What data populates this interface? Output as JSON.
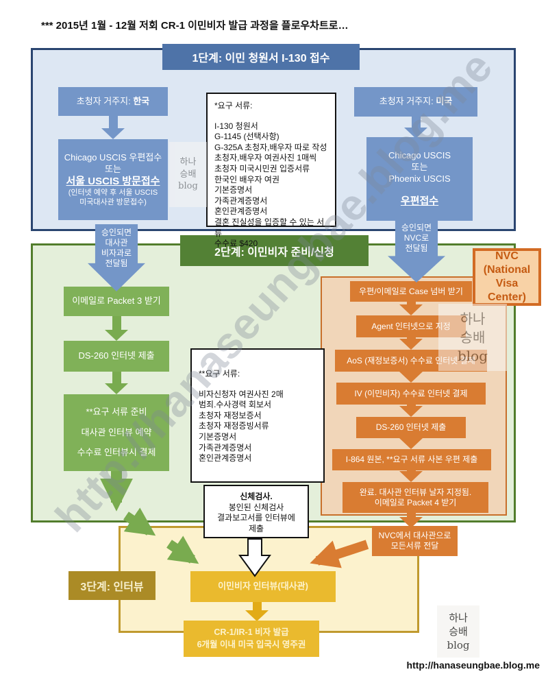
{
  "title": "*** 2015년 1월 - 12월 저회 CR-1 이민비자 발급 과정을 플로우차트로…",
  "colors": {
    "blue_box": "#7496c8",
    "blue_header": "#4e73a8",
    "blue_border": "#2a4570",
    "blue_bg": "#dde7f3",
    "green_box": "#80b158",
    "green_header": "#538135",
    "green_bg": "#e4efda",
    "orange_box": "#d97c32",
    "orange_text": "#c55a11",
    "tan_bg": "#f1d6b9",
    "gold_box": "#eaba2e",
    "gold_header": "#ab8b26",
    "yellow_bg": "#fcf2cd"
  },
  "step1": {
    "header": "1단계:  이민 청원서 I-130 접수",
    "left": {
      "residence_label": "초청자 거주지:",
      "residence_value": "한국",
      "filing_line1": "Chicago USCIS 우편접수",
      "filing_line2": "또는",
      "filing_bold": "서울 USCIS 방문접수",
      "filing_note1": "(인터넷 예약 후 서울 USCIS",
      "filing_note2": "미국대사관 방문접수)"
    },
    "right": {
      "residence_label": "초청자 거주지:",
      "residence_value": "미국",
      "filing_line1": "Chicago USCIS",
      "filing_line2": "또는",
      "filing_line3": "Phoenix USCIS",
      "filing_bold": "우편접수"
    },
    "required_docs": {
      "title": "*요구 서류:",
      "items": [
        "I-130 청원서",
        "G-1145 (선택사항)",
        "G-325A  초청자,배우자 따로 작성",
        "초청자,배우자 여권사진 1매씩",
        "초청자 미국시민권 입증서류",
        "한국인 배우자 여권",
        "기본증명서",
        "가족관계증명서",
        "혼인관계증명서",
        "결혼 진실성을 입증할 수 있는 서류",
        "수수료 $420"
      ]
    },
    "left_transfer": [
      "승인되면",
      "대사관",
      "비자과로",
      "전달됨"
    ],
    "right_transfer": [
      "승인되면",
      "NVC로",
      "전달됨"
    ]
  },
  "step2": {
    "header": "2단계: 이민비자 준비/신청",
    "nvc_label": [
      "NVC",
      "(National",
      "Visa Center)"
    ],
    "left_flow_1": "이메일로 Packet 3 받기",
    "left_flow_2": "DS-260 인터넷 제출",
    "left_prepare": [
      "**요구 서류 준비",
      "대사관 인터뷰 예약",
      "수수료 인터뷰시 결제"
    ],
    "required_docs": {
      "title": "**요구 서류:",
      "items": [
        "비자신청자 여권사진 2매",
        "범죄.수사경력 회보서",
        "초청자 재정보증서",
        "초청자 재정증빙서류",
        "기본증명서",
        "가족관계증명서",
        "혼인관계증명서"
      ]
    },
    "nvc_flow": [
      "우편/이메일로 Case 넘버 받기",
      "Agent 인터넷으로 지정",
      "AoS (재정보증서) 수수료 인터넷 결제",
      "IV (이민비자) 수수료 인터넷 결제",
      "DS-260 인터넷 제출",
      "I-864 원본, **요구 서류 사본 우편 제출"
    ],
    "nvc_complete": [
      "완료. 대사관 인터뷰 날자 지정됨.",
      "이메일로 Packet 4 받기"
    ],
    "nvc_transfer": [
      "NVC에서 대사관으로",
      "모든서류 전달"
    ]
  },
  "medical": {
    "title": "신체검사.",
    "lines": [
      "봉인된 신체검사",
      "결과보고서를 인터뷰에",
      "제출"
    ]
  },
  "step3": {
    "header": "3단계: 인터뷰",
    "interview": "이민비자 인터뷰(대사관)",
    "visa_issue": [
      "CR-1/IR-1 비자 발급",
      "6개월 이내 미국 입국시 영주권"
    ]
  },
  "watermark": "http://hanaseungbae.blog.me",
  "stamp": [
    "하나",
    "승배",
    "blog"
  ],
  "footer_url": "http://hanaseungbae.blog.me"
}
